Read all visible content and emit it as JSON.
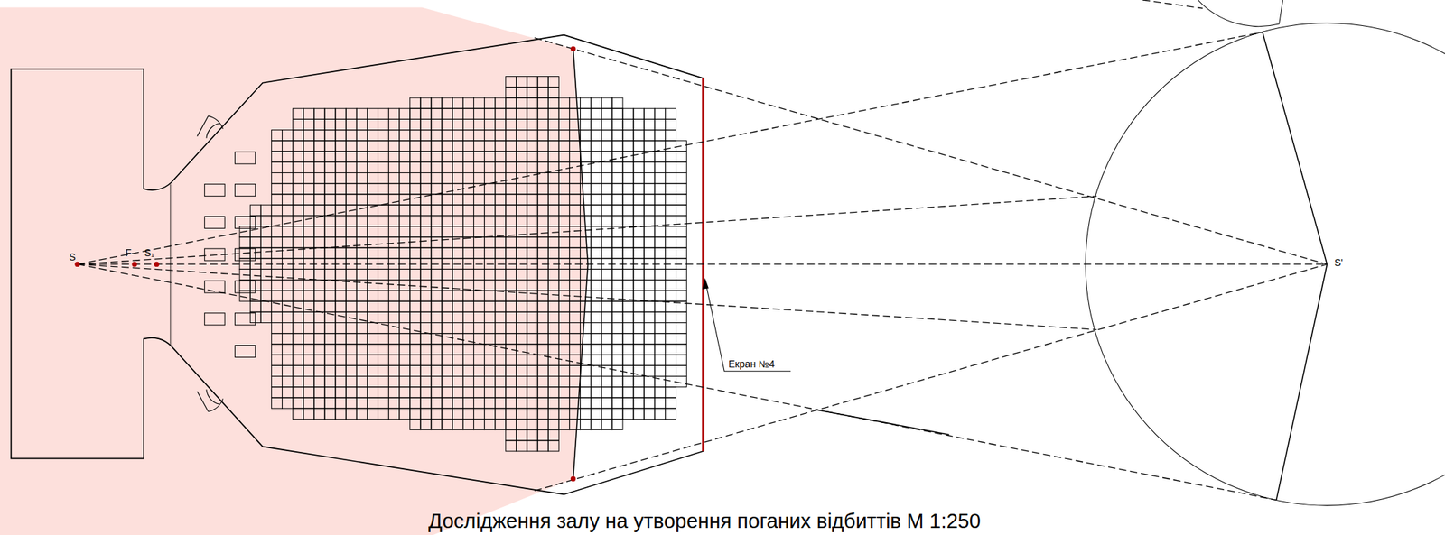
{
  "diagram": {
    "caption": "Дослідження залу на утворення поганих відбиттів М 1:250",
    "labels": [
      "S",
      "F",
      "S₁",
      "S'",
      "Екран №4"
    ]
  }
}
